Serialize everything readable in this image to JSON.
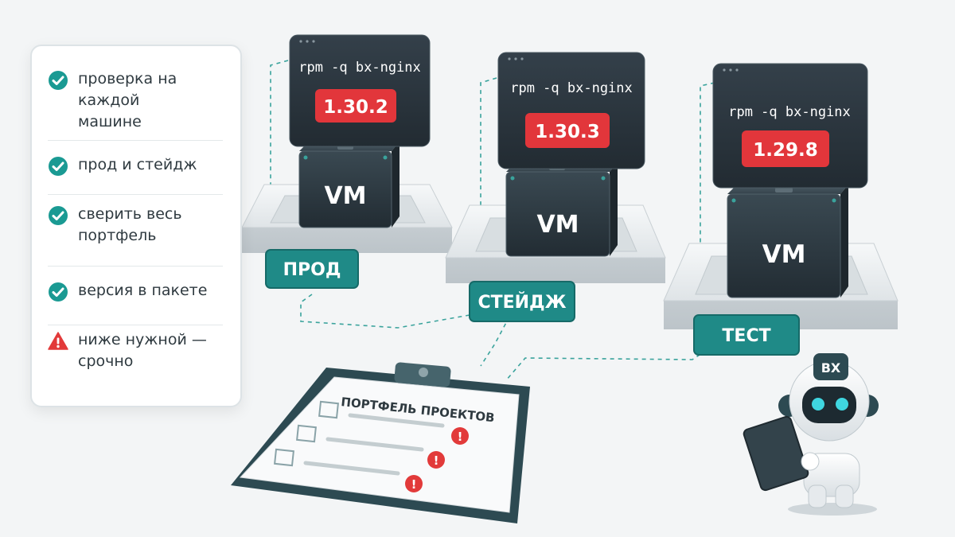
{
  "checklist": {
    "items": [
      {
        "text": "проверка на каждой машине",
        "lines": [
          "проверка на каждой",
          "машине"
        ],
        "status": "ok"
      },
      {
        "text": "прод и стейдж",
        "lines": [
          "прод и стейдж"
        ],
        "status": "ok"
      },
      {
        "text": "сверить весь портфель",
        "lines": [
          "сверить весь",
          "портфель"
        ],
        "status": "ok"
      },
      {
        "text": "версия в пакете",
        "lines": [
          "версия в пакете"
        ],
        "status": "ok"
      },
      {
        "text": "ниже нужной — срочно",
        "lines": [
          "ниже нужной —",
          "срочно"
        ],
        "status": "warning"
      }
    ]
  },
  "environments": [
    {
      "label": "ПРОД",
      "command": "rpm -q bx-nginx",
      "version": "1.30.2",
      "vm_label": "VM"
    },
    {
      "label": "СТЕЙДЖ",
      "command": "rpm -q bx-nginx",
      "version": "1.30.3",
      "vm_label": "VM"
    },
    {
      "label": "ТЕСТ",
      "command": "rpm -q bx-nginx",
      "version": "1.29.8",
      "vm_label": "VM"
    }
  ],
  "clipboard": {
    "title": "ПОРТФЕЛЬ ПРОЕКТОВ",
    "alert_mark": "!"
  },
  "robot": {
    "badge": "BX"
  },
  "colors": {
    "accent_teal": "#1f8a87",
    "check_teal": "#1a9a93",
    "version_red": "#e2363b",
    "warning_red": "#e23a3a",
    "terminal_bg": "#27323a",
    "cube_dark": "#2c3840",
    "platform_light": "#e4e8eb"
  },
  "icons": [
    "check-icon",
    "warning-icon",
    "alert-icon"
  ]
}
